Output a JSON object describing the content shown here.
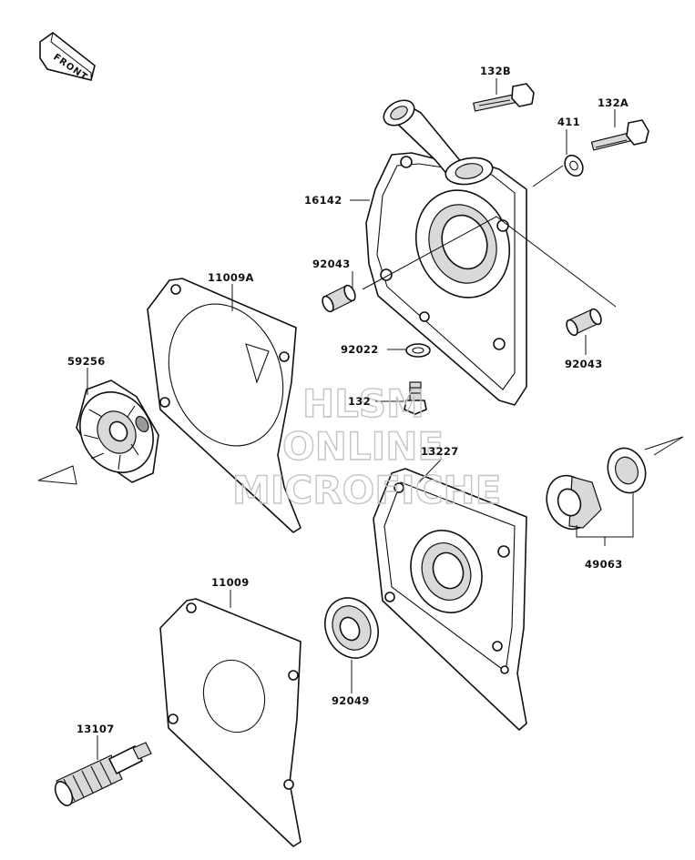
{
  "front_arrow": {
    "text": "FRONT"
  },
  "watermark": {
    "line1": "HLSM",
    "line2": "ONLINE",
    "line3": "MICROFICHE"
  },
  "labels": {
    "l132B": "132B",
    "l132A": "132A",
    "l411": "411",
    "l16142": "16142",
    "l11009A": "11009A",
    "l92043a": "92043",
    "l92043b": "92043",
    "l59256": "59256",
    "l92022": "92022",
    "l132": "132",
    "l13227": "13227",
    "l49063": "49063",
    "l11009": "11009",
    "l92049": "92049",
    "l13107": "13107"
  }
}
